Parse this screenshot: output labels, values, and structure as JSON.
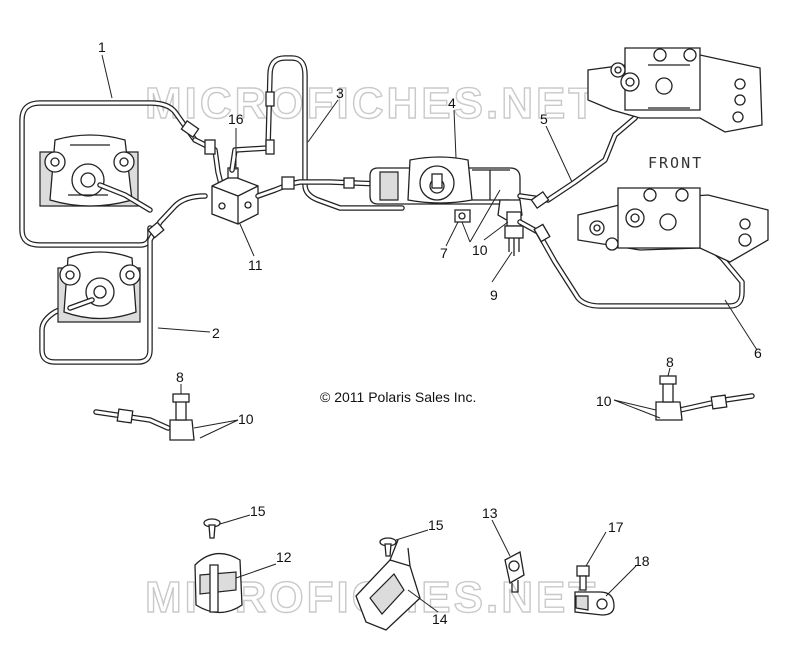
{
  "watermark": {
    "text": "MICROFICHES.NET"
  },
  "copyright": "© 2011 Polaris Sales Inc.",
  "front_label": "FRONT",
  "callouts": {
    "c1": "1",
    "c2": "2",
    "c3": "3",
    "c4": "4",
    "c5": "5",
    "c6": "6",
    "c7": "7",
    "c8a": "8",
    "c8b": "8",
    "c9": "9",
    "c10a": "10",
    "c10b": "10",
    "c10c": "10",
    "c11": "11",
    "c12": "12",
    "c13": "13",
    "c14": "14",
    "c15a": "15",
    "c15b": "15",
    "c16": "16",
    "c17": "17",
    "c18": "18"
  }
}
